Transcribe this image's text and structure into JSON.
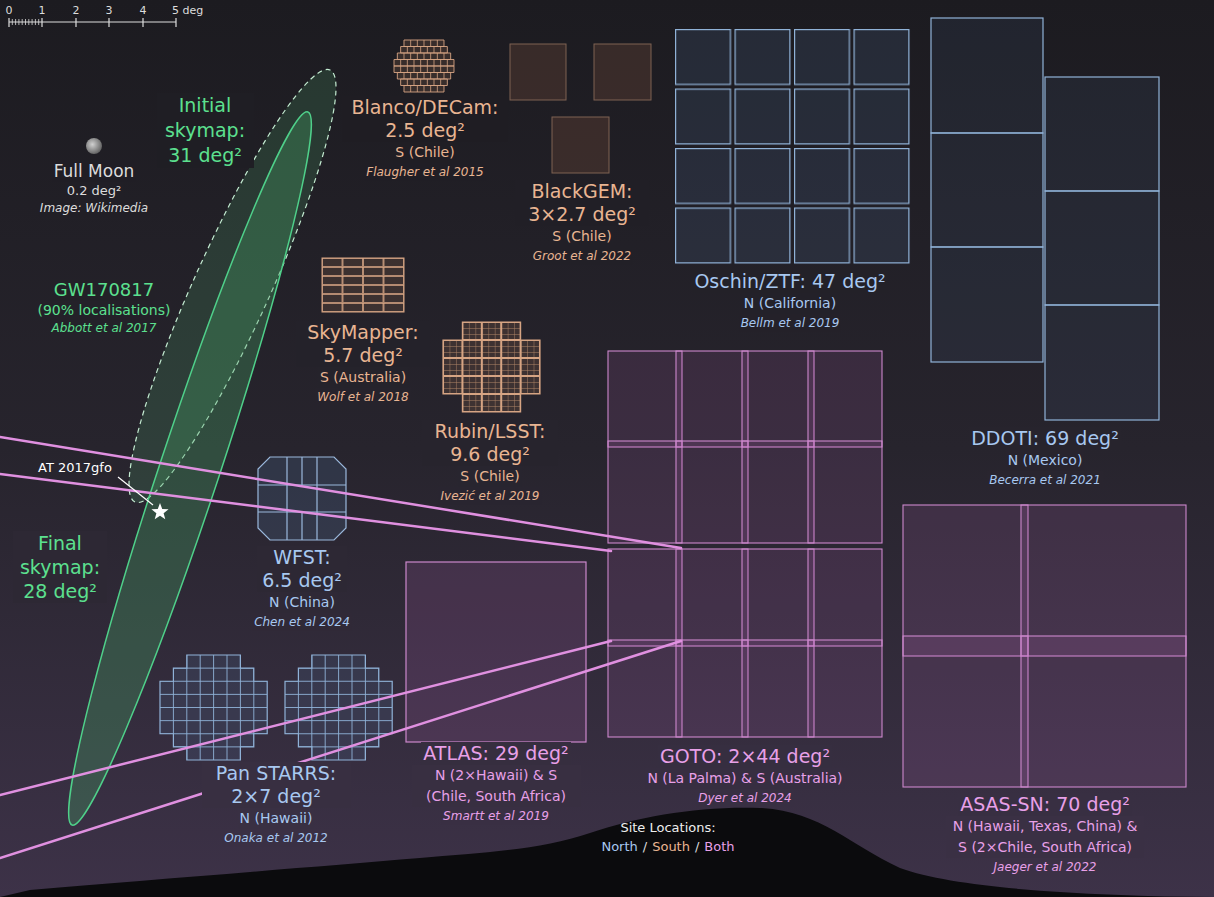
{
  "diagram": {
    "nodes": [
      {
        "text": [
          "Full Moon",
          "0.2 deg²",
          "Image: Wikimedia"
        ]
      },
      {
        "text": [
          "Blanco/DECam: 2.5 deg²",
          "S (Chile)",
          "Flaugher et al 2015"
        ]
      },
      {
        "text": [
          "BlackGEM: 3×2.7 deg²",
          "S (Chile)",
          "Groot et al 2022"
        ]
      },
      {
        "text": [
          "Oschin/ZTF: 47 deg²",
          "N (California)",
          "Bellm et al 2019"
        ]
      },
      {
        "text": [
          "DDOTI: 69 deg²",
          "N (Mexico)",
          "Becerra et al 2021"
        ]
      },
      {
        "text": [
          "SkyMapper: 5.7 deg²",
          "S (Australia)",
          "Wolf et al 2018"
        ]
      },
      {
        "text": [
          "Rubin/LSST: 9.6 deg²",
          "S (Chile)",
          "Ivezić et al 2019"
        ]
      },
      {
        "text": [
          "WFST: 6.5 deg²",
          "N (China)",
          "Chen et al 2024"
        ]
      },
      {
        "text": [
          "Pan STARRS: 2×7 deg²",
          "N (Hawaii)",
          "Onaka et al 2012"
        ]
      },
      {
        "text": [
          "ATLAS: 29 deg²",
          "N (2×Hawaii) & S (Chile, South Africa)",
          "Smartt et al 2019"
        ]
      },
      {
        "text": [
          "GOTO: 2×44 deg²",
          "N (La Palma) & S (Australia)",
          "Dyer et al 2024"
        ]
      },
      {
        "text": [
          "ASAS-SN: 70 deg²",
          "N (Hawaii, Texas, China) & S (2×Chile, South Africa)",
          "Jaeger et al 2022"
        ]
      }
    ],
    "labels": [
      "0",
      "1",
      "2",
      "3",
      "4",
      "5 deg",
      "Initial skymap: 31 deg²",
      "GW170817",
      "(90% localisations)",
      "Abbott et al 2017",
      "AT 2017gfo",
      "Final skymap: 28 deg²",
      "Site Locations:",
      "/",
      "/"
    ],
    "legend": [
      {
        "text": "North",
        "color": "#a8c8f0"
      },
      {
        "text": "South",
        "color": "#e9b592"
      },
      {
        "text": "Both",
        "color": "#e8a0e8"
      }
    ]
  }
}
